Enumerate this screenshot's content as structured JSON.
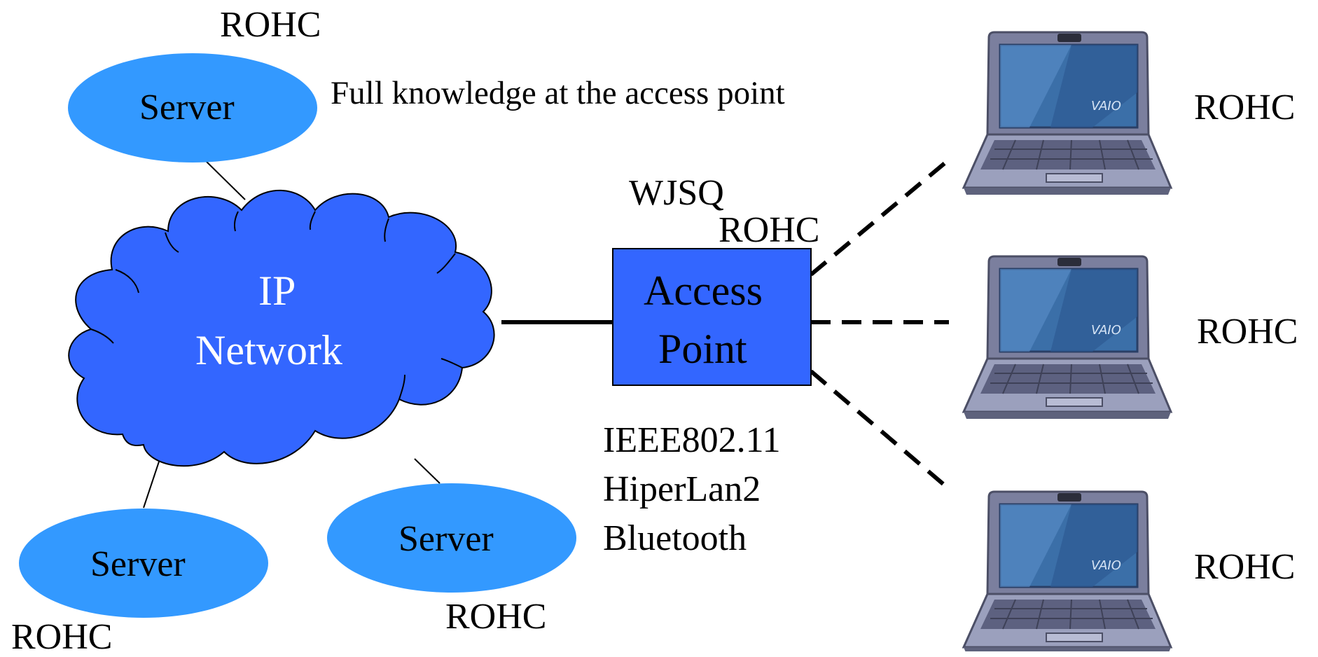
{
  "cloud": {
    "line1": "IP",
    "line2": "Network"
  },
  "servers": [
    {
      "label": "Server",
      "tag": "ROHC"
    },
    {
      "label": "Server",
      "tag": "ROHC"
    },
    {
      "label": "Server",
      "tag": "ROHC"
    }
  ],
  "note": "Full knowledge at the access point",
  "access_point": {
    "line1": "Access",
    "line2": "Point",
    "tag1": "WJSQ",
    "tag2": "ROHC"
  },
  "protocols": [
    "IEEE802.11",
    "HiperLan2",
    "Bluetooth"
  ],
  "laptops": [
    {
      "tag": "ROHC",
      "brand": "VAIO"
    },
    {
      "tag": "ROHC",
      "brand": "VAIO"
    },
    {
      "tag": "ROHC",
      "brand": "VAIO"
    }
  ],
  "colors": {
    "server_fill": "#3399ff",
    "cloud_fill": "#3366ff",
    "access_point_fill": "#3366ff",
    "laptop_body": "#8a8fae",
    "laptop_screen": "#3b6fa8"
  }
}
